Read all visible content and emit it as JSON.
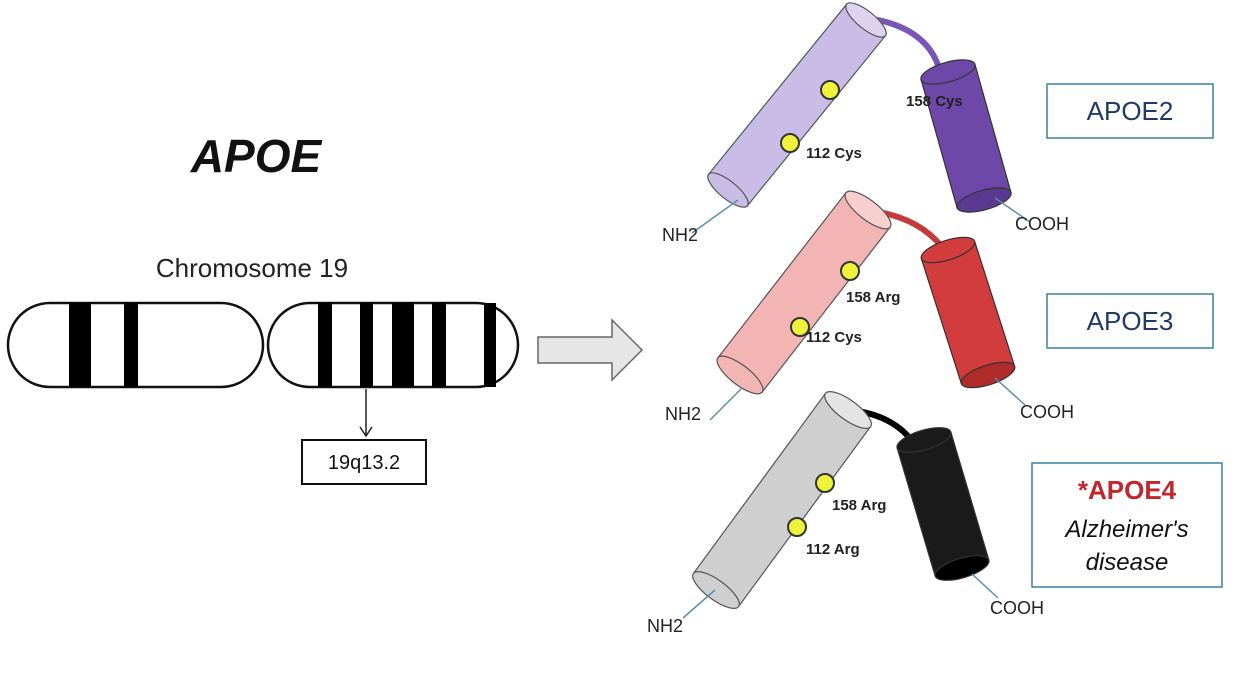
{
  "gene": "APOE",
  "chromosome_label": "Chromosome 19",
  "locus": "19q13.2",
  "n_terminus": "NH2",
  "c_terminus": "COOH",
  "isoforms": [
    {
      "name": "APOE2",
      "residues": [
        "158 Cys",
        "112 Cys"
      ],
      "colors": {
        "light": "#ddd3f0",
        "mid": "#c9bce6",
        "dark": "#6e48a8",
        "darker": "#5a3a90",
        "link": "#7a55b5"
      }
    },
    {
      "name": "APOE3",
      "residues": [
        "158 Arg",
        "112 Cys"
      ],
      "colors": {
        "light": "#f8cfcf",
        "mid": "#f3b4b4",
        "dark": "#d23c3c",
        "darker": "#b02c2c",
        "link": "#c53a3a"
      }
    },
    {
      "name": "*APOE4",
      "disease": [
        "Alzheimer's",
        "disease"
      ],
      "residues": [
        "158 Arg",
        "112 Arg"
      ],
      "colors": {
        "light": "#e4e4e4",
        "mid": "#cfcfcf",
        "dark": "#1a1a1a",
        "darker": "#000000",
        "link": "#000000"
      }
    }
  ],
  "colors": {
    "box_border": "#3b7fa0",
    "residue_fill": "#eef23a",
    "residue_stroke": "#333333",
    "arrow_fill": "#e6e6e6",
    "arrow_stroke": "#666666",
    "terminal_line": "#5a8fb0",
    "isoform4_text": "#c0262c"
  }
}
